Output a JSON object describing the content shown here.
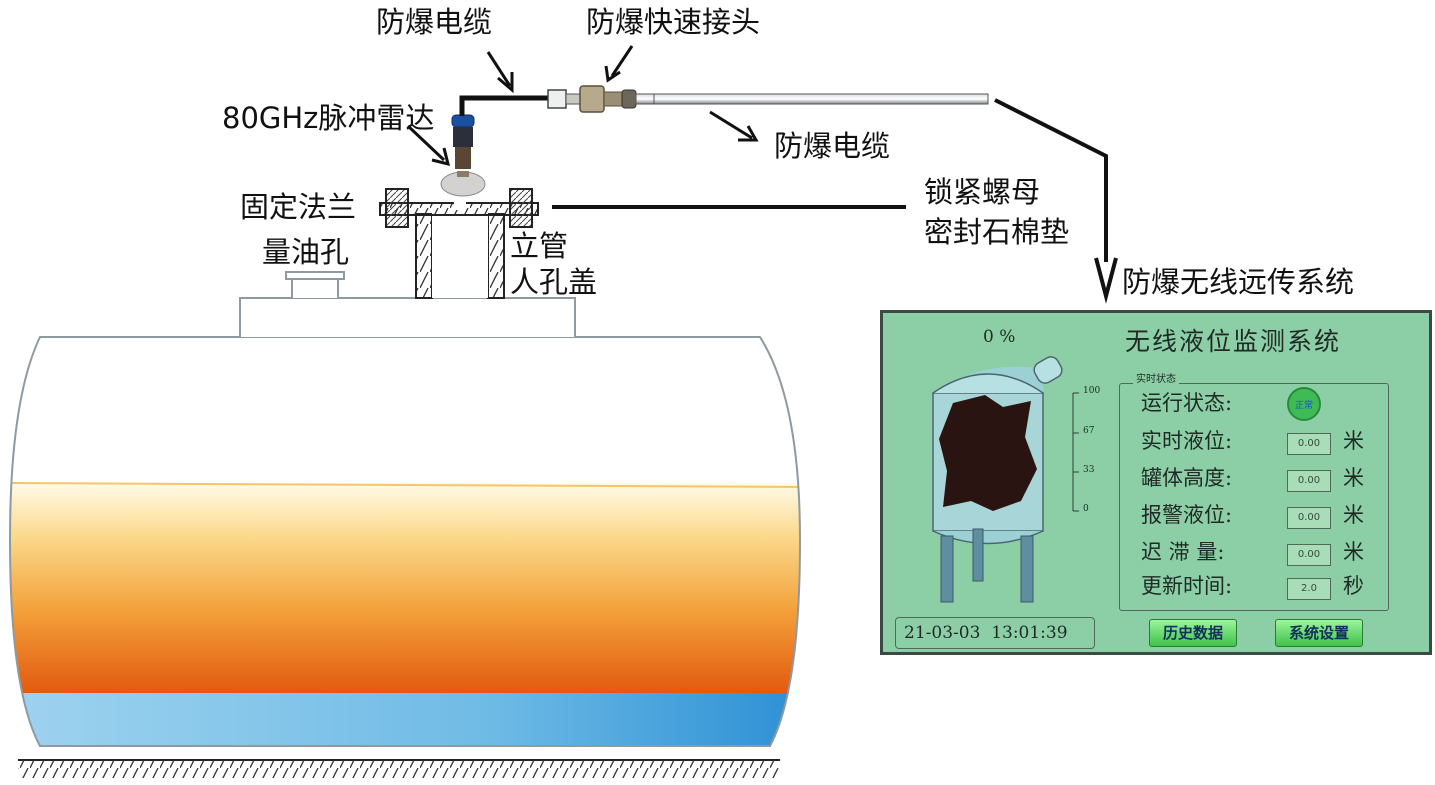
{
  "labels": {
    "cable_top": "防爆电缆",
    "quick_connector": "防爆快速接头",
    "radar": "80GHz脉冲雷达",
    "cable_right": "防爆电缆",
    "fixed_flange": "固定法兰",
    "lock_nut": "锁紧螺母",
    "seal_gasket": "密封石棉垫",
    "oil_gauge_hole": "量油孔",
    "standpipe": "立管",
    "manhole_cover": "人孔盖",
    "wireless_system": "防爆无线远传系统"
  },
  "panel": {
    "title": "无线液位监测系统",
    "percent": "0 %",
    "scale": [
      "100",
      "67",
      "33",
      "0"
    ],
    "section_title": "实时状态",
    "status_label": "运行状态:",
    "status_badge": "正常",
    "rows": [
      {
        "label": "实时液位:",
        "value": "0.00",
        "unit": "米"
      },
      {
        "label": "罐体高度:",
        "value": "0.00",
        "unit": "米"
      },
      {
        "label": "报警液位:",
        "value": "0.00",
        "unit": "米"
      },
      {
        "label": "迟 滞 量:",
        "value": "0.00",
        "unit": "米"
      },
      {
        "label": "更新时间:",
        "value": "2.0",
        "unit": "秒"
      }
    ],
    "datetime": "21-03-03  13:01:39",
    "history_button": "历史数据",
    "settings_button": "系统设置"
  },
  "colors": {
    "panel_bg": "#8ccfa6",
    "oil_top": "#fff3cf",
    "oil_bottom": "#e2580f",
    "water": "#4aa8de",
    "button": "#3fc24a"
  }
}
